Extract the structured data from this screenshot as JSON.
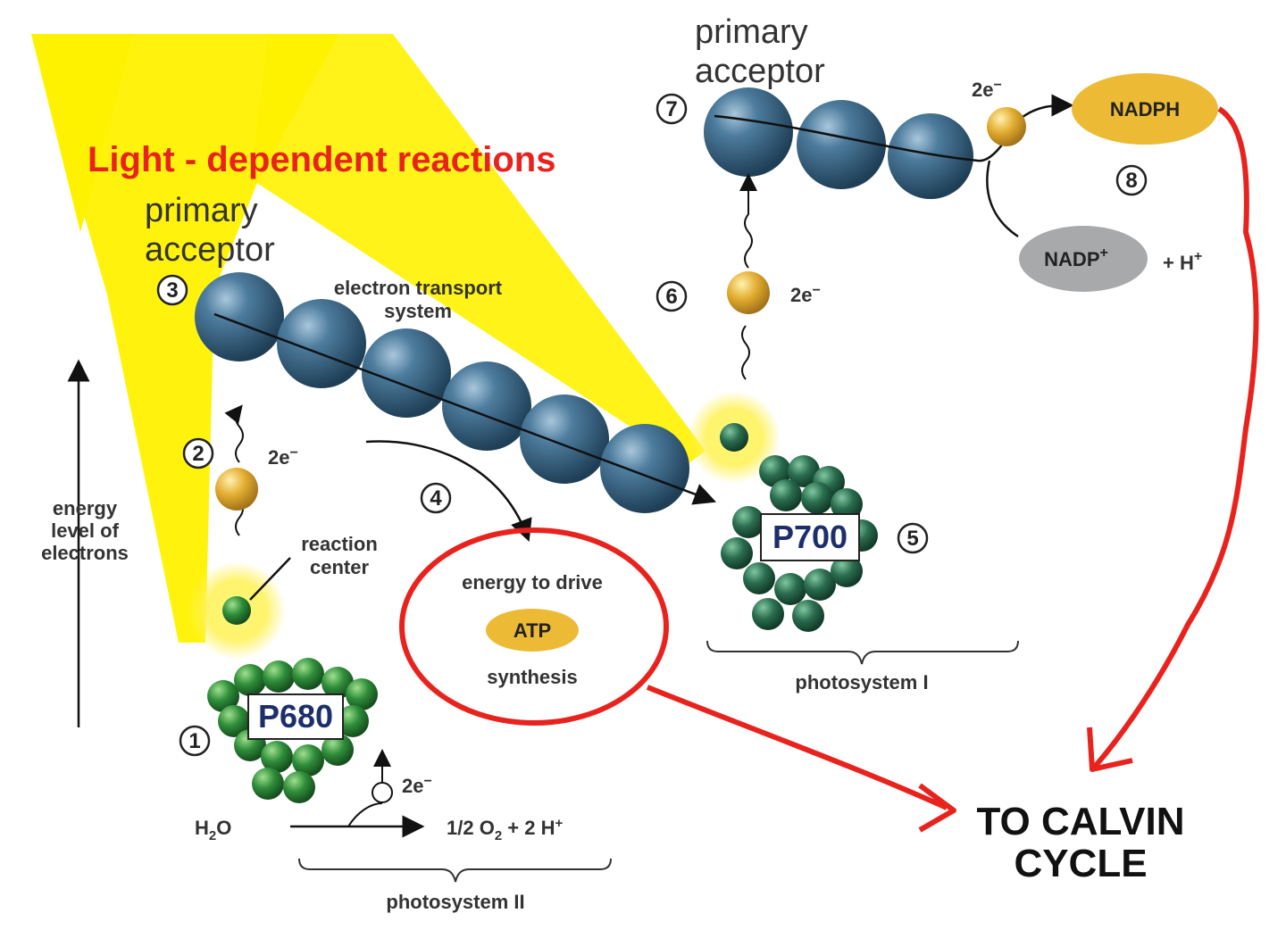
{
  "title": "Light - dependent reactions",
  "labels": {
    "primary_acceptor_1_line1": "primary",
    "primary_acceptor_1_line2": "acceptor",
    "primary_acceptor_2_line1": "primary",
    "primary_acceptor_2_line2": "acceptor",
    "ets_line1": "electron transport",
    "ets_line2": "system",
    "energy_level_line1": "energy",
    "energy_level_line2": "level of",
    "energy_level_line3": "electrons",
    "reaction_center_line1": "reaction",
    "reaction_center_line2": "center",
    "energy_to_drive": "energy to drive",
    "atp": "ATP",
    "synthesis": "synthesis",
    "p680": "P680",
    "p700": "P700",
    "photosystem_ii": "photosystem II",
    "photosystem_i": "photosystem I",
    "water": "H",
    "water_sub": "2",
    "water_tail": "O",
    "products_a": "1/2 O",
    "products_sub": "2",
    "products_b": " + 2 H",
    "products_sup": "+",
    "e_2_step2": "2e",
    "e_2_step6": "2e",
    "e_2_top": "2e",
    "e_2_water": "2e",
    "minus": "−",
    "nadph": "NADPH",
    "nadp": "NADP",
    "nadp_sup": "+",
    "plus_h": "+ H",
    "plus_h_sup": "+",
    "calvin_line1": "TO CALVIN",
    "calvin_line2": "CYCLE"
  },
  "steps": [
    "1",
    "2",
    "3",
    "4",
    "5",
    "6",
    "7",
    "8"
  ],
  "colors": {
    "title": "#e8231e",
    "sun": "#fff200",
    "sphere": "#3f6e8f",
    "electron": "#e9b233",
    "chlorophyll": "#2e8a3e",
    "p700_cluster": "#2b6b4f",
    "atp": "#ecba35",
    "nadph": "#ecba35",
    "nadp": "#a7a9ab",
    "red_marker": "#e8231e"
  }
}
